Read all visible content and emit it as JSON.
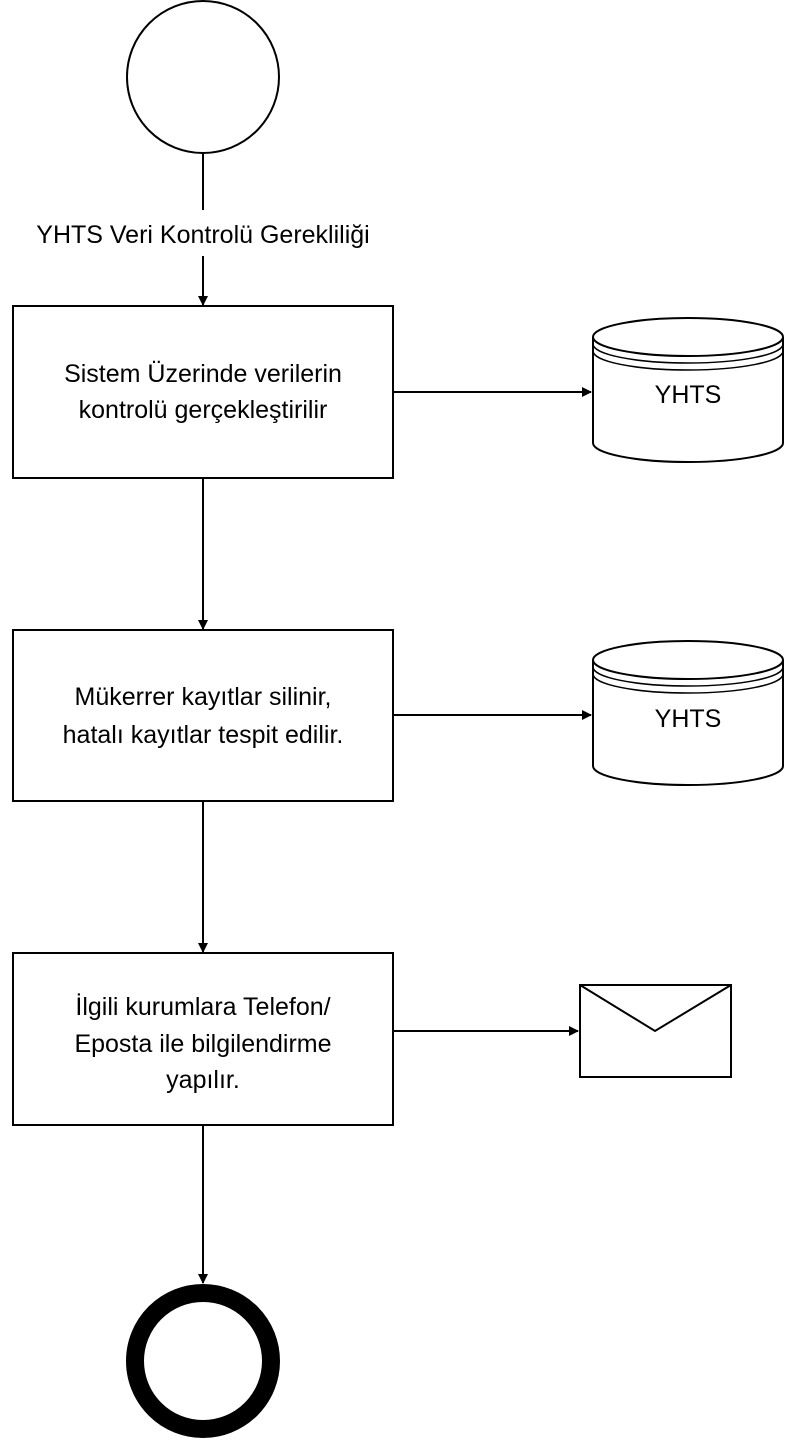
{
  "start_event": {},
  "start_flow": {
    "label": "YHTS Veri Kontrolü Gerekliliği"
  },
  "tasks": [
    {
      "lines": [
        "Sistem Üzerinde verilerin",
        "kontrolü gerçekleştirilir"
      ]
    },
    {
      "lines": [
        "Mükerrer kayıtlar silinir,",
        "hatalı kayıtlar tespit edilir."
      ]
    },
    {
      "lines": [
        "İlgili kurumlara Telefon/",
        "Eposta ile bilgilendirme",
        "yapılır."
      ]
    }
  ],
  "data_stores": [
    {
      "label": "YHTS"
    },
    {
      "label": "YHTS"
    }
  ],
  "message": {
    "icon": "envelope-icon"
  },
  "end_event": {},
  "colors": {
    "stroke": "#000000",
    "fill": "#ffffff",
    "text": "#000000"
  }
}
